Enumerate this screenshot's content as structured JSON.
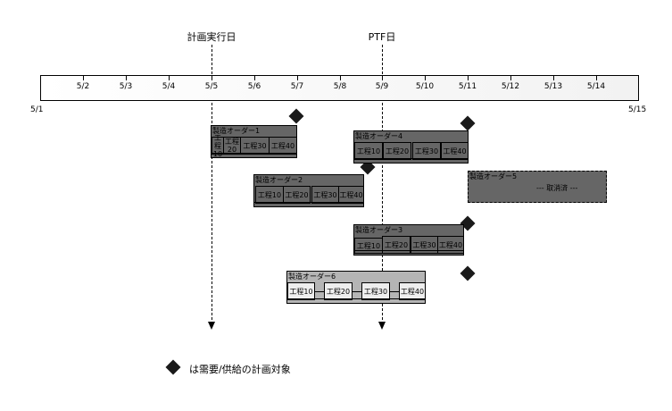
{
  "markers": {
    "plan_exec_day": "計画実行日",
    "ptf_day": "PTF日"
  },
  "timeline": {
    "start": "5/1",
    "end": "5/15",
    "ticks": [
      "5/2",
      "5/3",
      "5/4",
      "5/5",
      "5/6",
      "5/7",
      "5/8",
      "5/9",
      "5/10",
      "5/11",
      "5/12",
      "5/13",
      "5/14"
    ]
  },
  "orders": [
    {
      "name": "製造オーダー1",
      "cells": [
        "工程10",
        "工程20",
        "工程30",
        "工程40"
      ]
    },
    {
      "name": "製造オーダー4",
      "cells": [
        "工程10",
        "工程20",
        "工程30",
        "工程40"
      ]
    },
    {
      "name": "製造オーダー2",
      "cells": [
        "工程10",
        "工程20",
        "工程30",
        "工程40"
      ]
    },
    {
      "name": "製造オーダー5",
      "status": "--- 取消済 ---"
    },
    {
      "name": "製造オーダー3",
      "cells": [
        "工程10",
        "工程20",
        "工程30",
        "工程40"
      ]
    },
    {
      "name": "製造オーダー6",
      "cells": [
        "工程10",
        "工程20",
        "工程30",
        "工程40"
      ]
    }
  ],
  "legend": {
    "text": "は需要/供給の計画対象"
  },
  "colors": {
    "order": "#666666",
    "order_light": "#b5b5b5",
    "diamond": "#1a1a1a"
  }
}
